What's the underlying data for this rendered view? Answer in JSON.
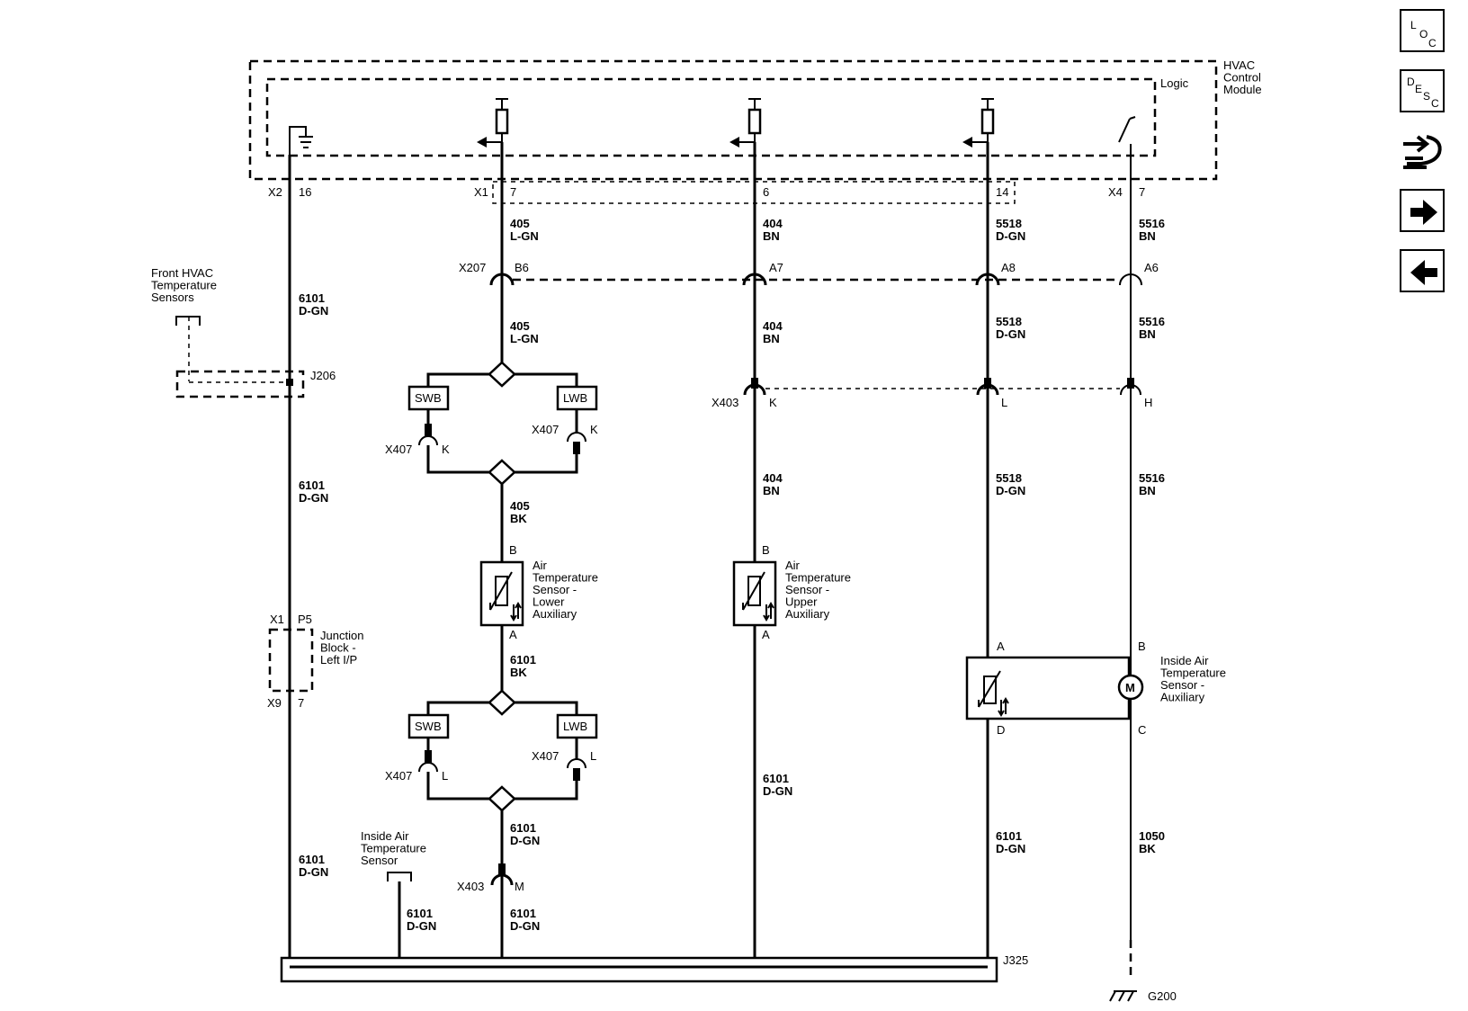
{
  "module": {
    "title": "HVAC\nControl\nModule",
    "logic": "Logic"
  },
  "connectors": {
    "x2": "X2",
    "x2_pin": "16",
    "x1": "X1",
    "x1_pin7": "7",
    "x1_pin6": "6",
    "x1_pin14": "14",
    "x4": "X4",
    "x4_pin": "7",
    "x207": "X207",
    "x207_b6": "B6",
    "x207_a7": "A7",
    "x207_a8": "A8",
    "x207_a6": "A6",
    "j206": "J206",
    "x403": "X403",
    "x403_k": "K",
    "x403_l": "L",
    "x403_h": "H",
    "x403_m": "M",
    "x407": "X407",
    "x407_k": "K",
    "x407_l": "L",
    "jb_x1": "X1",
    "jb_p5": "P5",
    "jb_x9": "X9",
    "jb_7": "7",
    "j325": "J325",
    "g200": "G200"
  },
  "wires": {
    "c405": "405",
    "lgn": "L-GN",
    "bk": "BK",
    "c404": "404",
    "bn": "BN",
    "c5518": "5518",
    "dgn": "D-GN",
    "c5516": "5516",
    "c6101": "6101",
    "c1050": "1050"
  },
  "components": {
    "front_hvac": "Front HVAC\nTemperature\nSensors",
    "lower_aux": "Air\nTemperature\nSensor -\nLower\nAuxiliary",
    "upper_aux": "Air\nTemperature\nSensor -\nUpper\nAuxiliary",
    "jb_left": "Junction\nBlock -\nLeft I/P",
    "inside_air": "Inside Air\nTemperature\nSensor",
    "inside_air_aux": "Inside Air\nTemperature\nSensor -\nAuxiliary",
    "pin_a": "A",
    "pin_b": "B",
    "pin_c": "C",
    "pin_d": "D",
    "motor": "M"
  },
  "options": {
    "swb": "SWB",
    "lwb": "LWB"
  },
  "nav": {
    "loc": {
      "l1": "L",
      "l2": "O",
      "l3": "C"
    },
    "desc": {
      "l1": "D",
      "l2": "E",
      "l3": "S",
      "l4": "C"
    },
    "connector_icon": "wire-connector-icon",
    "next_icon": "right-arrow-icon",
    "prev_icon": "left-arrow-icon"
  }
}
